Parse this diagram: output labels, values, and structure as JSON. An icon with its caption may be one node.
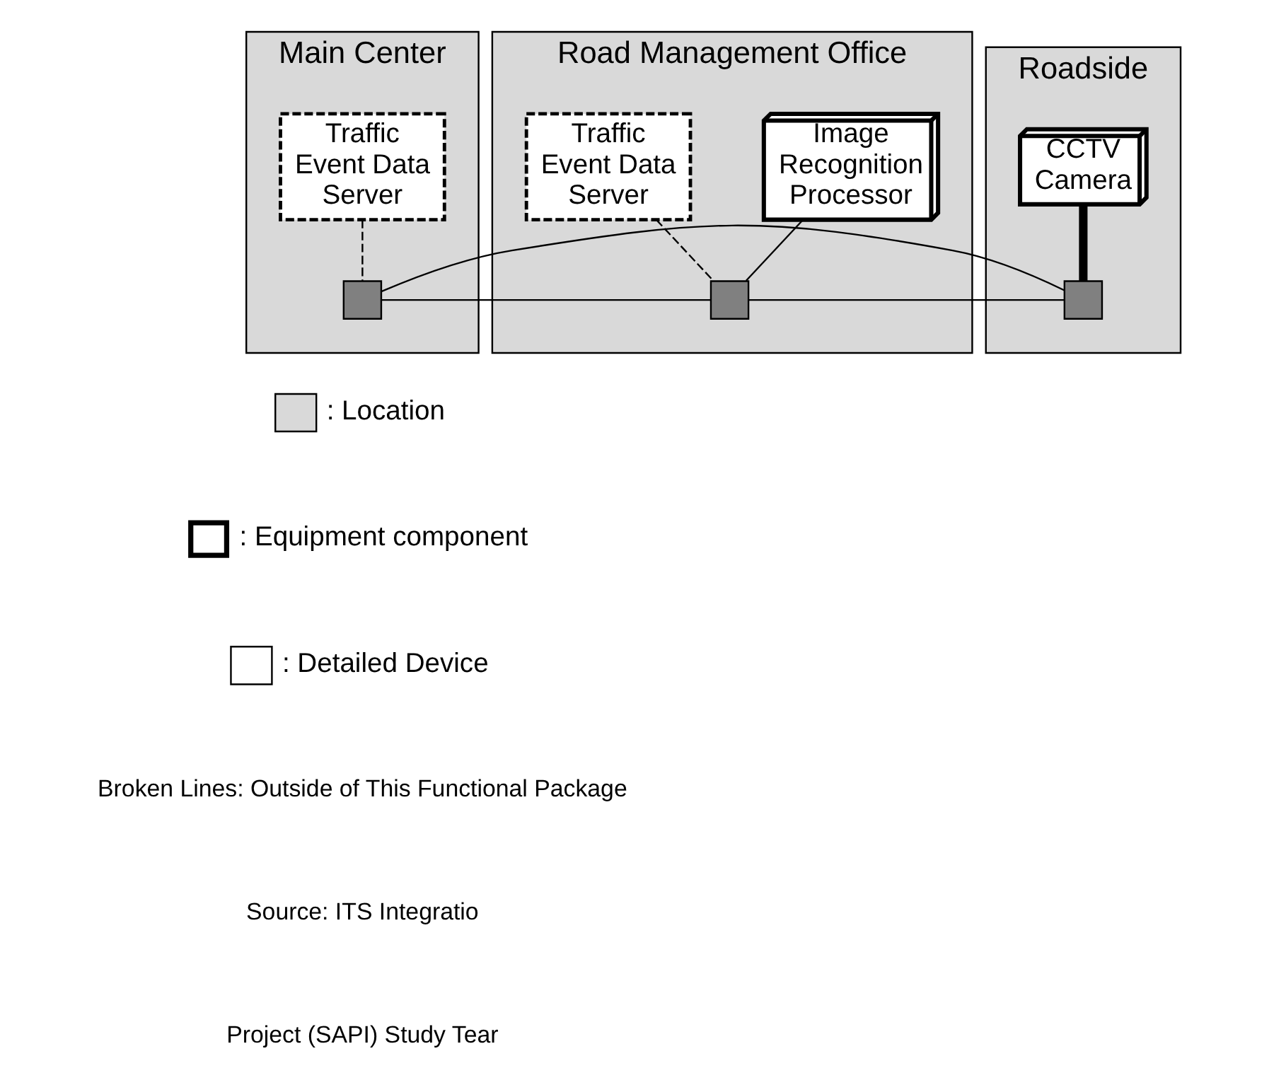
{
  "diagram": {
    "nodes": [
      {
        "text": [
          "Main Center"
        ]
      },
      {
        "text": [
          "Road Management Office"
        ]
      },
      {
        "text": [
          "Roadside"
        ]
      },
      {
        "text": [
          "Traffic Event Data Server"
        ],
        "in": 0
      },
      {
        "text": [
          "Image Recognition Processor"
        ],
        "in": 1
      },
      {
        "text": [
          "Traffic Event Data Server"
        ],
        "in": 1
      },
      {
        "text": [
          "CCTV Camera"
        ],
        "in": 2
      },
      {
        "text": [],
        "shape": "box",
        "in": 0
      },
      {
        "text": [],
        "shape": "box",
        "in": 1
      },
      {
        "text": [],
        "shape": "box",
        "in": 2
      }
    ],
    "edges": [
      {
        "from": 3,
        "to": 7,
        "arrow": "none",
        "style": "dashed"
      },
      {
        "from": 5,
        "to": 8,
        "arrow": "none",
        "style": "dashed"
      },
      {
        "from": 4,
        "to": 8,
        "arrow": "none"
      },
      {
        "from": 6,
        "to": 9,
        "arrow": "none",
        "style": "thick"
      },
      {
        "from": 7,
        "to": 8,
        "arrow": "none"
      },
      {
        "from": 8,
        "to": 9,
        "arrow": "none"
      },
      {
        "from": 9,
        "to": 7,
        "arrow": "none"
      }
    ],
    "labels": [
      "Broken Lines: Outside of This Functional Package",
      "Source: ITS Integratio",
      "Project (SAPI) Study Tear"
    ],
    "legend": [
      {
        "text": ": Location",
        "color": "#d9d9d9"
      },
      {
        "text": ": Equipment component"
      },
      {
        "text": ": Detailed Device"
      }
    ]
  }
}
